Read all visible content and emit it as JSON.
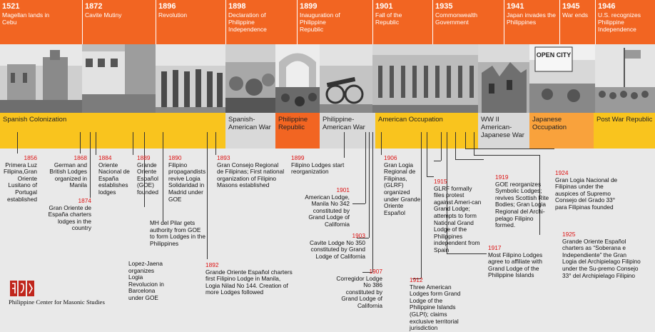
{
  "years": [
    {
      "year": "1521",
      "desc": "Magellan lands in Cebu"
    },
    {
      "year": "1872",
      "desc": "Cavite Mutiny"
    },
    {
      "year": "1896",
      "desc": "Revolution"
    },
    {
      "year": "1898",
      "desc": "Declaration of Philippine Independence"
    },
    {
      "year": "1899",
      "desc": "Inauguration of Philippine Republic"
    },
    {
      "year": "1901",
      "desc": "Fall of the Republic"
    },
    {
      "year": "1935",
      "desc": "Commonwealth Government"
    },
    {
      "year": "1941",
      "desc": "Japan invades the Philippines"
    },
    {
      "year": "1945",
      "desc": "War ends"
    },
    {
      "year": "1946",
      "desc": "U.S. recognizes Philippine Independence"
    }
  ],
  "eras": [
    {
      "label": "Spanish Colonization",
      "color": "#f9c41e"
    },
    {
      "label": "Spanish-American War",
      "color": "#d9d9d9"
    },
    {
      "label": "Philippine Republic",
      "color": "#f26522"
    },
    {
      "label": "Philippine-American War",
      "color": "#d9d9d9"
    },
    {
      "label": "American Occupation",
      "color": "#f9c41e"
    },
    {
      "label": "WW II American-Japanese War",
      "color": "#d9d9d9"
    },
    {
      "label": "Japanese Occupation",
      "color": "#f9a23c"
    },
    {
      "label": "Post War Republic",
      "color": "#f9c41e"
    }
  ],
  "photo_text": {
    "open_city": "OPEN CITY"
  },
  "events": [
    {
      "year": "1856",
      "text": "Primera Luz Filipina,Gran Oriente Lusitano of Portugal established"
    },
    {
      "year": "1868",
      "text": "German and British Lodges organized in Manila"
    },
    {
      "year": "1874",
      "text": "Gran Oriente de España charters lodges in the country"
    },
    {
      "year": "1884",
      "text": "Oriente Nacional de España establishes lodges"
    },
    {
      "year": "1889",
      "text": "Grande Oriente Español (GOE) founded"
    },
    {
      "year": "1890",
      "text": "Filipino propagandists revive Logia Solidaridad in Madrid under GOE"
    },
    {
      "year": "",
      "text": "MH del Pilar gets authority from GOE to form Lodges in the Philippines"
    },
    {
      "year": "",
      "text": "Lopez-Jaena organizes Logia Revolucion in Barcelona under GOE"
    },
    {
      "year": "1893",
      "text": "Gran Consejo Regional de Filipinas; First national organization of Filipino Masons established"
    },
    {
      "year": "1892",
      "text": "Grande Oriente Español charters first Filipino Lodge in Manila, Logia Nilad No 144. Creation of more Lodges followed"
    },
    {
      "year": "1899",
      "text": "Filipino Lodges start reorganization"
    },
    {
      "year": "1901",
      "text": "American Lodge, Manila No 342 constituted by Grand Lodge of California"
    },
    {
      "year": "1903",
      "text": "Cavite Lodge No 350 constituted by Grand Lodge of California"
    },
    {
      "year": "1907",
      "text": "Corregidor Lodge No 386 constituted by Grand Lodge of California"
    },
    {
      "year": "1906",
      "text": "Gran Logia Regional de Filipinas, (GLRF) organized under Grande Oriente Español"
    },
    {
      "year": "1912",
      "text": "Three American Lodges form Grand Lodge of the Philippine Islands (GLPI); claims exclusive territorial jurisdiction"
    },
    {
      "year": "1915",
      "text": "GLRF formally files protest against Ameri-can Grand Lodge; attempts to form National Grand Lodge of the Philippines independent from Spain"
    },
    {
      "year": "1917",
      "text": "Most Filipino Lodges agree to affiliate with Grand Lodge of the Philippine Islands"
    },
    {
      "year": "1919",
      "text": "GOE reorganizes Symbolic Lodges; revives Scottish Rite Bodies; Gran Logia Regional del Archi-pelago Filipino formed."
    },
    {
      "year": "1924",
      "text": "Gran Logia Nacional de Filipinas under the auspices of Supremo Consejo del Grado 33° para Filipinas founded"
    },
    {
      "year": "1925",
      "text": "Grande Oriente Español charters as “Soberana e Independiente” the Gran Logia del Archipielago Filipino under the Su-premo Consejo 33° del Archipielago Filipino"
    }
  ],
  "org": {
    "name": "Philippine Center for Masonic Studies"
  }
}
